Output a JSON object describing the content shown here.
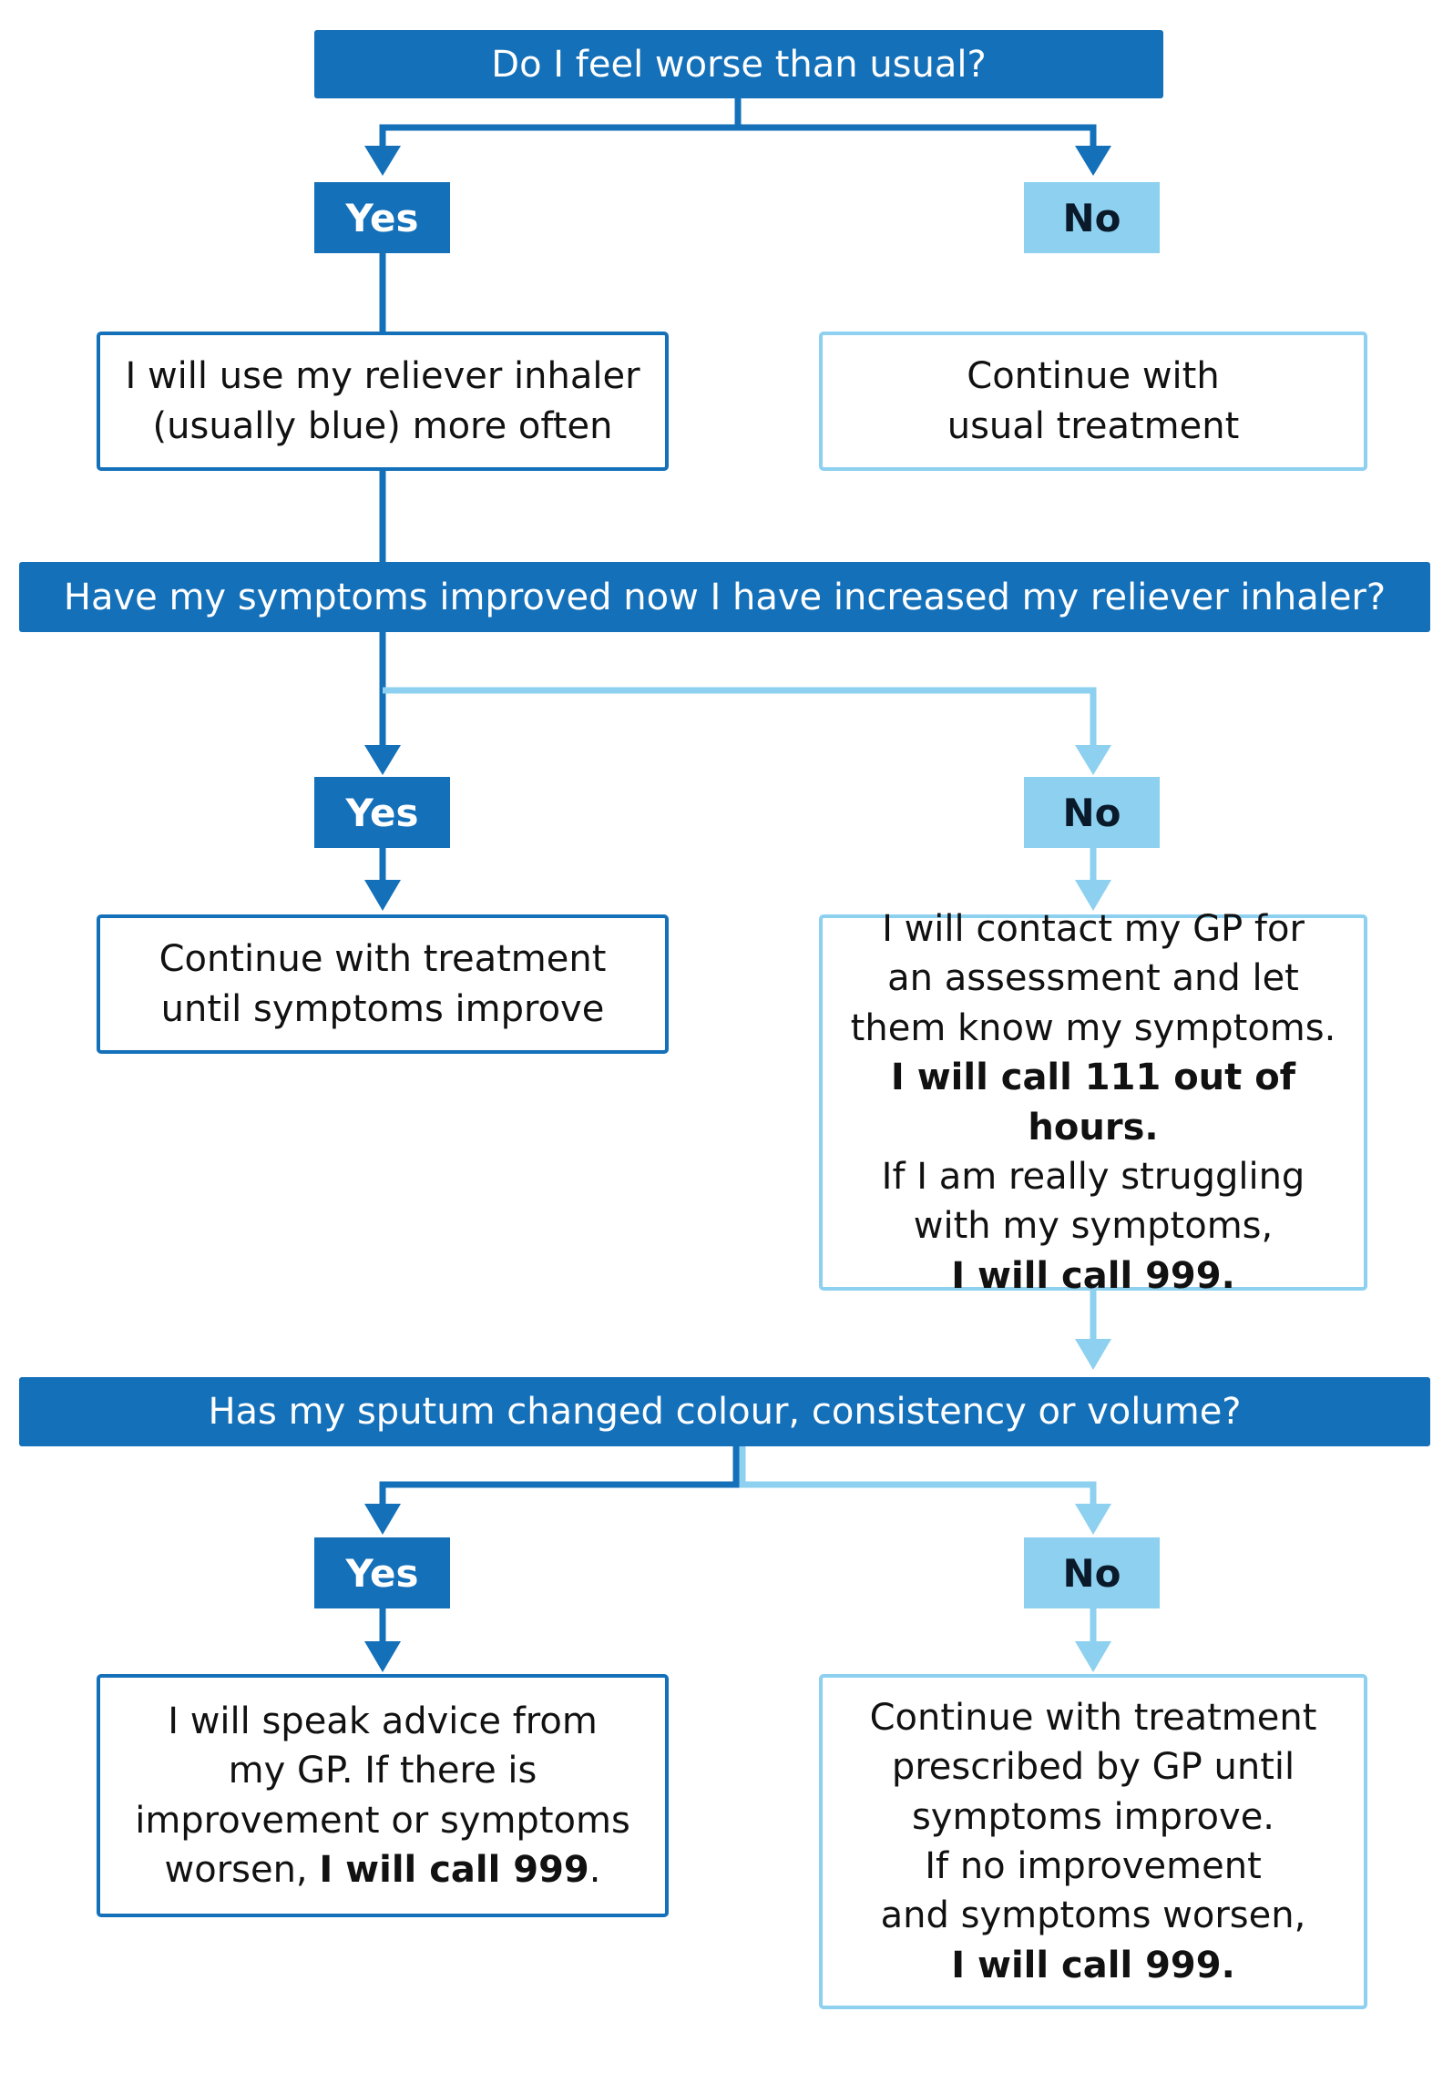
{
  "colors": {
    "dark_blue": "#1470b9",
    "light_blue": "#8dd0ef",
    "text": "#111111",
    "white": "#ffffff"
  },
  "questions": {
    "q1": "Do I feel worse than usual?",
    "q2": "Have my symptoms improved now I have increased my reliever inhaler?",
    "q3": "Has my sputum changed colour, consistency or volume?"
  },
  "labels": {
    "yes": "Yes",
    "no": "No"
  },
  "boxes": {
    "q1_yes": {
      "line1": "I will use my reliever inhaler",
      "line2": "(usually blue) more often"
    },
    "q1_no": {
      "line1": "Continue with",
      "line2": "usual treatment"
    },
    "q2_yes": {
      "line1": "Continue with treatment",
      "line2": "until symptoms improve"
    },
    "q2_no": {
      "line1": "I will contact my GP for",
      "line2": "an assessment and let",
      "line3": "them know my symptoms.",
      "line4": "I will call 111 out of hours.",
      "line5": "If I am really struggling",
      "line6": "with my symptoms,",
      "line7": "I will call 999."
    },
    "q3_yes": {
      "line1": "I will speak advice from",
      "line2": "my GP. If there is",
      "line3": "improvement or symptoms",
      "line4_plain": "worsen, ",
      "line4_bold": "I will call 999",
      "line4_end": "."
    },
    "q3_no": {
      "line1": "Continue with treatment",
      "line2": "prescribed by GP until",
      "line3": "symptoms improve.",
      "line4": "If no improvement",
      "line5": "and symptoms worsen,",
      "line6": "I will call 999."
    }
  }
}
